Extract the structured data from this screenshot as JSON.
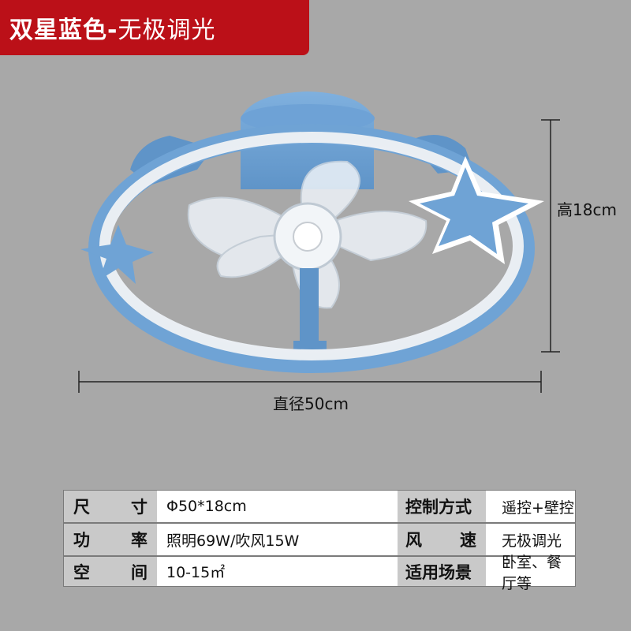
{
  "title": {
    "main": "双星蓝色-",
    "sub": "无极调光"
  },
  "dimensions": {
    "height_label": "高18cm",
    "diameter_label": "直径50cm"
  },
  "colors": {
    "banner": "#bb1018",
    "product_blue": "#6fa3d5",
    "background": "#a8a8a8"
  },
  "specs": {
    "rows": [
      {
        "label_a": "尺",
        "label_b": "寸",
        "value": "Φ50*18cm",
        "label2": "控制方式",
        "value2": "遥控+壁控"
      },
      {
        "label_a": "功",
        "label_b": "率",
        "value": "照明69W/吹风15W",
        "label2_a": "风",
        "label2_b": "速",
        "value2": "无极调光"
      },
      {
        "label_a": "空",
        "label_b": "间",
        "value": "10-15㎡",
        "label2": "适用场景",
        "value2": "卧室、餐厅等"
      }
    ]
  }
}
